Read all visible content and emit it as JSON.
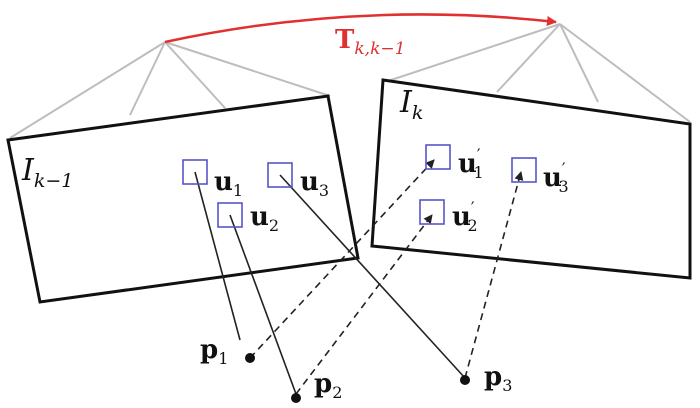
{
  "colors": {
    "frame": "#111111",
    "rays": "#bdbdbd",
    "patch": "#5555cc",
    "transform": "#e03030",
    "lines": "#222222"
  },
  "transform": {
    "symbol": "T",
    "subscript": "k,k−1"
  },
  "frames": [
    {
      "symbol": "I",
      "subscript": "k−1"
    },
    {
      "symbol": "I",
      "subscript": "k"
    }
  ],
  "features_prev": [
    {
      "symbol": "u",
      "subscript": "1",
      "prime": ""
    },
    {
      "symbol": "u",
      "subscript": "2",
      "prime": ""
    },
    {
      "symbol": "u",
      "subscript": "3",
      "prime": ""
    }
  ],
  "features_curr": [
    {
      "symbol": "u",
      "subscript": "1",
      "prime": "′"
    },
    {
      "symbol": "u",
      "subscript": "2",
      "prime": "′"
    },
    {
      "symbol": "u",
      "subscript": "3",
      "prime": "′"
    }
  ],
  "points": [
    {
      "symbol": "p",
      "subscript": "1"
    },
    {
      "symbol": "p",
      "subscript": "2"
    },
    {
      "symbol": "p",
      "subscript": "3"
    }
  ]
}
